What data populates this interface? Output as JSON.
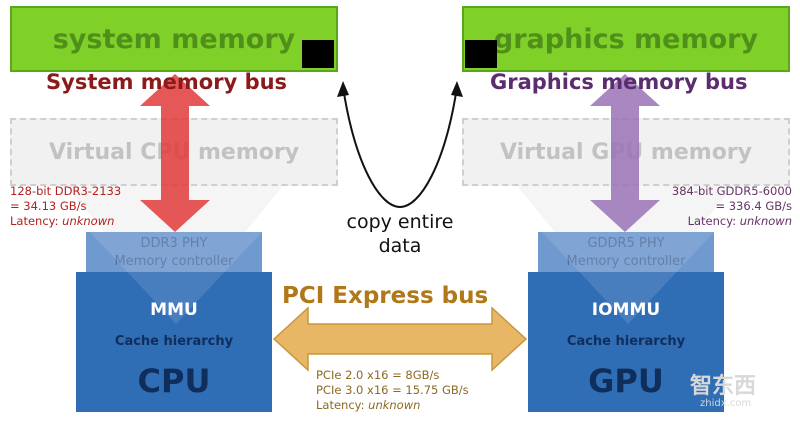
{
  "system_memory": {
    "label": "system memory",
    "bus_label": "System memory bus"
  },
  "graphics_memory": {
    "label": "graphics memory",
    "bus_label": "Graphics memory bus"
  },
  "virtual_cpu": {
    "label": "Virtual CPU memory"
  },
  "virtual_gpu": {
    "label": "Virtual GPU memory"
  },
  "cpu_spec": {
    "line1": "128-bit DDR3-2133",
    "line2": "= 34.13 GB/s",
    "latency_prefix": "Latency: ",
    "latency_value": "unknown"
  },
  "gpu_spec": {
    "line1": "384-bit GDDR5-6000",
    "line2": "= 336.4 GB/s",
    "latency_prefix": "Latency: ",
    "latency_value": "unknown"
  },
  "copy": {
    "line1": "copy entire",
    "line2": "data"
  },
  "pci": {
    "label": "PCI Express bus",
    "line1": "PCIe 2.0 x16 = 8GB/s",
    "line2": "PCIe 3.0 x16 = 15.75 GB/s",
    "latency_prefix": "Latency: ",
    "latency_value": "unknown"
  },
  "cpu_chip": {
    "phy": "DDR3 PHY",
    "controller": "Memory controller",
    "mmu": "MMU",
    "cache": "Cache hierarchy",
    "name": "CPU"
  },
  "gpu_chip": {
    "phy": "GDDR5 PHY",
    "controller": "Memory controller",
    "mmu": "IOMMU",
    "cache": "Cache hierarchy",
    "name": "GPU"
  },
  "watermark": {
    "text": "智东西",
    "sub": "zhidx.com"
  },
  "colors": {
    "memory_green": "#7fd12a",
    "system_bus_red": "#e23a3a",
    "graphics_bus_purple": "#9a72b6",
    "chip_blue": "#2f6db5",
    "pci_orange": "#e8b765"
  }
}
